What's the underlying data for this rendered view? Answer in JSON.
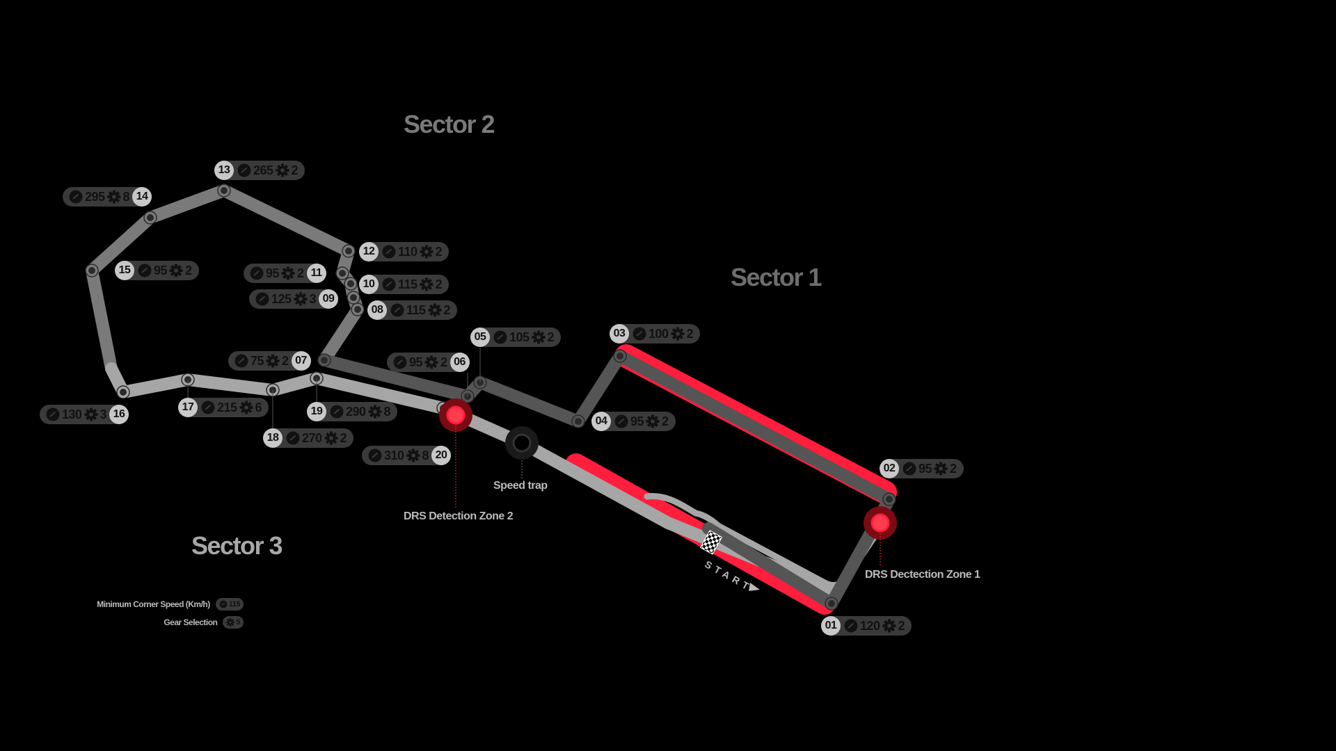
{
  "sectors": [
    {
      "id": "sector-1",
      "label": "Sector 1",
      "color": "#6e6e6e"
    },
    {
      "id": "sector-2",
      "label": "Sector 2",
      "color": "#7a7a7a"
    },
    {
      "id": "sector-3",
      "label": "Sector 3",
      "color": "#a8a8a8"
    }
  ],
  "colors": {
    "background": "#000000",
    "sector1_track": "#555555",
    "sector2_track": "#7a7a7a",
    "sector3_track": "#a6a6a6",
    "drs_zone": "#ff1e3c",
    "callout_bg": "#3a3a3a",
    "number_badge": "#c8c8c8"
  },
  "corners": [
    {
      "number": "01",
      "speed": "120",
      "gear": "2"
    },
    {
      "number": "02",
      "speed": "95",
      "gear": "2"
    },
    {
      "number": "03",
      "speed": "100",
      "gear": "2"
    },
    {
      "number": "04",
      "speed": "95",
      "gear": "2"
    },
    {
      "number": "05",
      "speed": "105",
      "gear": "2"
    },
    {
      "number": "06",
      "speed": "95",
      "gear": "2"
    },
    {
      "number": "07",
      "speed": "75",
      "gear": "2"
    },
    {
      "number": "08",
      "speed": "115",
      "gear": "2"
    },
    {
      "number": "09",
      "speed": "125",
      "gear": "3"
    },
    {
      "number": "10",
      "speed": "115",
      "gear": "2"
    },
    {
      "number": "11",
      "speed": "95",
      "gear": "2"
    },
    {
      "number": "12",
      "speed": "110",
      "gear": "2"
    },
    {
      "number": "13",
      "speed": "265",
      "gear": "2"
    },
    {
      "number": "14",
      "speed": "295",
      "gear": "8"
    },
    {
      "number": "15",
      "speed": "95",
      "gear": "2"
    },
    {
      "number": "16",
      "speed": "130",
      "gear": "3"
    },
    {
      "number": "17",
      "speed": "215",
      "gear": "6"
    },
    {
      "number": "18",
      "speed": "270",
      "gear": "2"
    },
    {
      "number": "19",
      "speed": "290",
      "gear": "8"
    },
    {
      "number": "20",
      "speed": "310",
      "gear": "8"
    }
  ],
  "markers": {
    "drs1": "DRS Dectection Zone 1",
    "drs2": "DRS Detection Zone 2",
    "speed_trap": "Speed trap",
    "start": "START"
  },
  "legend": {
    "speed_label": "Minimum Corner Speed (Km/h)",
    "speed_example": "115",
    "gear_label": "Gear Selection",
    "gear_example": "5"
  }
}
